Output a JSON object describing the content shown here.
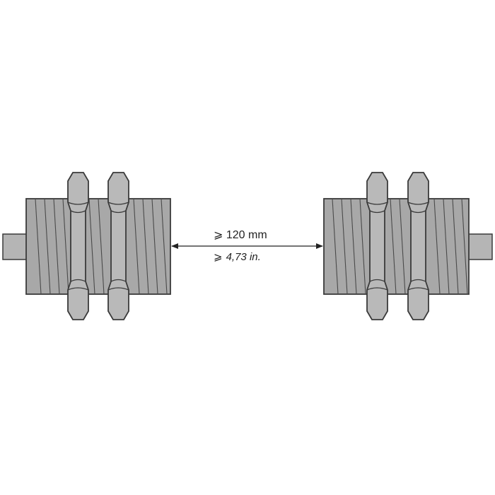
{
  "dimension": {
    "metric": "⩾ 120 mm",
    "imperial_symbol": "⩾",
    "imperial_value": "4,73 in."
  },
  "colors": {
    "body_fill": "#a8a8a8",
    "nut_fill": "#b9b9b9",
    "outline": "#3a3a3a",
    "background": "#ffffff"
  },
  "parts": [
    {
      "name": "left-sensor",
      "icon": "threaded-cylinder-sensor-icon"
    },
    {
      "name": "right-sensor",
      "icon": "threaded-cylinder-sensor-icon"
    }
  ]
}
